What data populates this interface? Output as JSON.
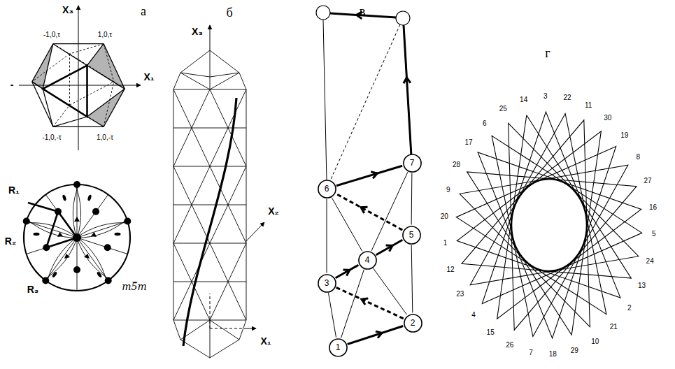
{
  "diagram": {
    "nodes": [
      {
        "text": [
          "7"
        ]
      },
      {
        "text": [
          "6"
        ]
      },
      {
        "text": [
          "5"
        ]
      },
      {
        "text": [
          "4"
        ]
      },
      {
        "text": [
          "3"
        ]
      },
      {
        "text": [
          "2"
        ]
      },
      {
        "text": [
          "1"
        ]
      }
    ],
    "edges": [
      {
        "from": 6,
        "to": 5,
        "arrow": "to"
      },
      {
        "from": 5,
        "to": 4,
        "arrow": "to"
      },
      {
        "from": 4,
        "to": 3,
        "arrow": "to"
      },
      {
        "from": 3,
        "to": 2,
        "arrow": "to"
      },
      {
        "from": 2,
        "to": 1,
        "arrow": "to"
      },
      {
        "from": 1,
        "to": 0,
        "arrow": "to"
      },
      {
        "from": 6,
        "to": 4,
        "arrow": "none"
      },
      {
        "from": 6,
        "to": 3,
        "arrow": "none"
      },
      {
        "from": 5,
        "to": 3,
        "arrow": "none"
      },
      {
        "from": 5,
        "to": 2,
        "arrow": "none"
      },
      {
        "from": 4,
        "to": 1,
        "arrow": "none"
      },
      {
        "from": 3,
        "to": 1,
        "arrow": "none"
      },
      {
        "from": 3,
        "to": 0,
        "arrow": "none"
      },
      {
        "from": 2,
        "to": 0,
        "arrow": "none"
      }
    ],
    "labels": [
      "а",
      "X₃",
      "-1,0,τ",
      "1,0,τ",
      "-",
      "X₁",
      "-1,0,-τ",
      "1,0,-τ",
      "R₁",
      "R₂",
      "R₃",
      "m5̅m",
      "б",
      "X₃",
      "X₂",
      "X₁",
      "в",
      "г",
      "14",
      "3",
      "22",
      "11",
      "30",
      "19",
      "8",
      "27",
      "16",
      "5",
      "24",
      "13",
      "2",
      "21",
      "10",
      "29",
      "18",
      "7",
      "26",
      "15",
      "4",
      "23",
      "12",
      "1",
      "20",
      "9",
      "28",
      "17",
      "6",
      "25"
    ]
  }
}
